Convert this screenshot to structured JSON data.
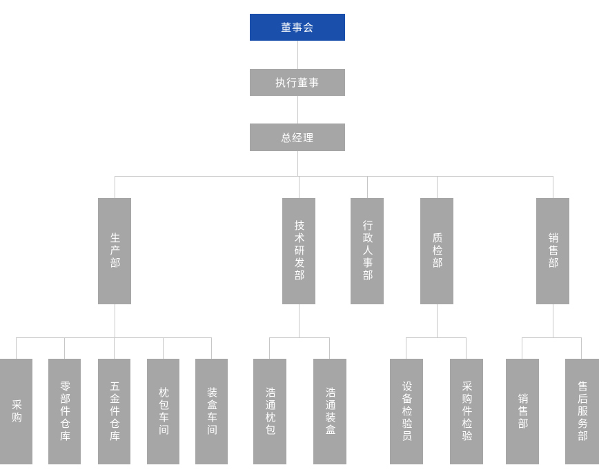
{
  "colors": {
    "root_fill": "#1A50AC",
    "node_fill": "#A6A6A6",
    "connector": "#C7C7C7",
    "label_text": "#FFFFFF",
    "background": "#FFFFFF"
  },
  "nodes": {
    "board": "董事会",
    "executive_director": "执行董事",
    "general_manager": "总经理",
    "production": "生产部",
    "tech_rnd": "技术研发部",
    "admin_hr": "行政人事部",
    "qc": "质检部",
    "sales": "销售部",
    "procurement": "采购",
    "parts_warehouse": "零部件仓库",
    "hardware_warehouse": "五金件仓库",
    "pillow_workshop": "枕包车间",
    "box_workshop": "装盒车间",
    "haotong_pillow": "浩通枕包",
    "haotong_box": "浩通装盒",
    "equipment_inspector": "设备检验员",
    "purchase_inspection": "采购件检验",
    "sales_sub": "销售部",
    "after_sales": "售后服务部"
  },
  "hierarchy": {
    "董事会": {
      "执行董事": {
        "总经理": {
          "生产部": [
            "采购",
            "零部件仓库",
            "五金件仓库",
            "枕包车间",
            "装盒车间"
          ],
          "技术研发部": [
            "浩通枕包",
            "浩通装盒"
          ],
          "行政人事部": [],
          "质检部": [
            "设备检验员",
            "采购件检验"
          ],
          "销售部": [
            "销售部",
            "售后服务部"
          ]
        }
      }
    }
  }
}
